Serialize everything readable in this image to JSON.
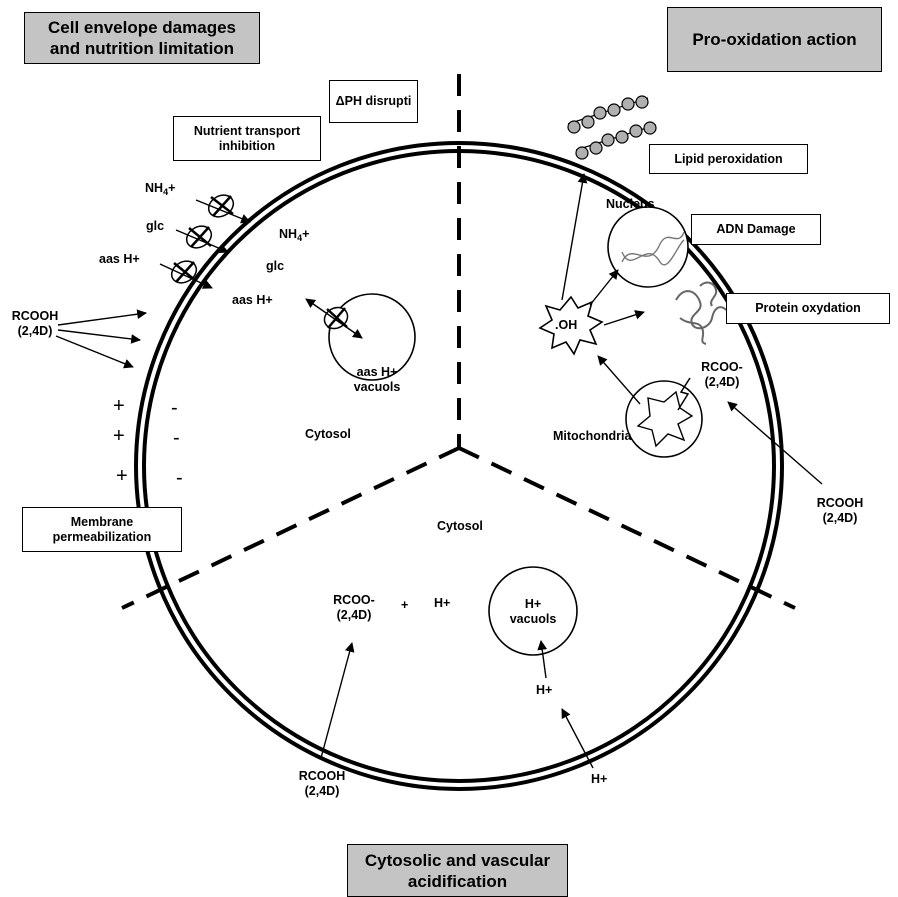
{
  "headers": {
    "top_left": "Cell envelope damages and nutrition limitation",
    "top_right": "Pro-oxidation action",
    "bottom": "Cytosolic and vascular acidification"
  },
  "labels": {
    "delta_ph": "ΔPH disrupti",
    "nutrient_transport": "Nutrient transport inhibition",
    "lipid_peroxidation": "Lipid peroxidation",
    "adn_damage": "ADN Damage",
    "protein_oxydation": "Protein oxydation",
    "membrane_permeabilization": "Membrane permeabilization"
  },
  "texts": {
    "nh4_outside": "NH",
    "nh4_outside_sub": "4",
    "nh4_outside_plus": "+",
    "glc_outside": "glc",
    "aas_outside": "aas H+",
    "nh4_inside": "NH",
    "nh4_inside_sub": "4",
    "nh4_inside_plus": "+",
    "glc_inside": "glc",
    "aas_inside": "aas H+",
    "vacuole_left": "aas H+\nvacuols",
    "cytosol_left": "Cytosol",
    "cytosol_bottom": "Cytosol",
    "rcooh_left": "RCOOH\n(2,4D)",
    "rcooh_right": "RCOOH\n(2,4D)",
    "rcooh_bottom": "RCOOH\n(2,4D)",
    "rcoo_right": "RCOO-\n(2,4D)",
    "rcoo_bottom": "RCOO-\n(2,4D)",
    "plus_sign": "+",
    "h_plus_bottom": "H+",
    "vacuole_bottom": "H+\nvacuols",
    "h_plus_mid": "H+",
    "h_plus_outside": "H+",
    "nucleus": "Nucleus",
    "oh_radical": ".OH",
    "mitochondria": "Mitochondria",
    "charge_plus": "+",
    "charge_minus": "-"
  },
  "colors": {
    "header_fill": "#c4c4c4",
    "stroke": "#000000",
    "lipid_head": "#b0b0b0",
    "background": "#ffffff"
  }
}
